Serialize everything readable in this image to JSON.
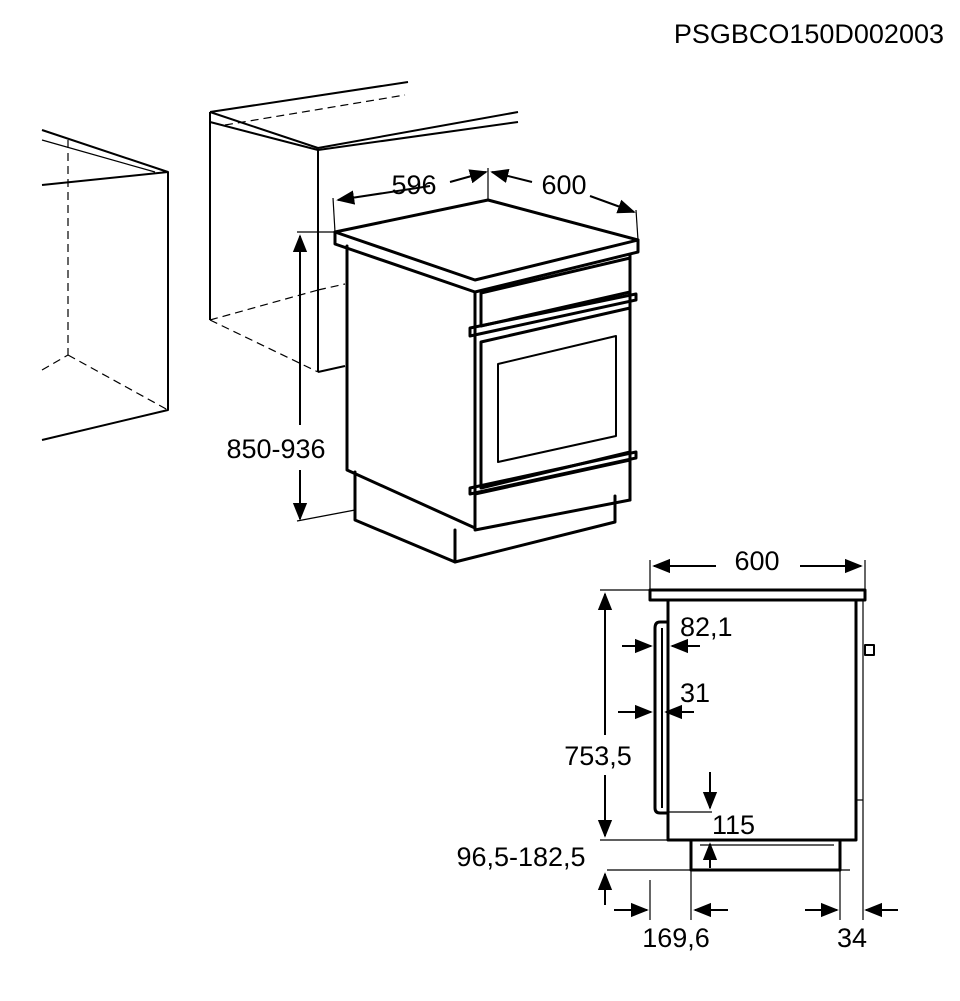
{
  "document_code": "PSGBCO150D002003",
  "perspective_view": {
    "width_label": "596",
    "depth_label": "600",
    "height_label": "850-936"
  },
  "side_view": {
    "depth_label": "600",
    "handle_projection_label": "82,1",
    "knob_projection_label": "31",
    "plinth_gap_label": "115",
    "body_height_label": "753,5",
    "feet_range_label": "96,5-182,5",
    "front_offset_label": "169,6",
    "rear_offset_label": "34"
  }
}
